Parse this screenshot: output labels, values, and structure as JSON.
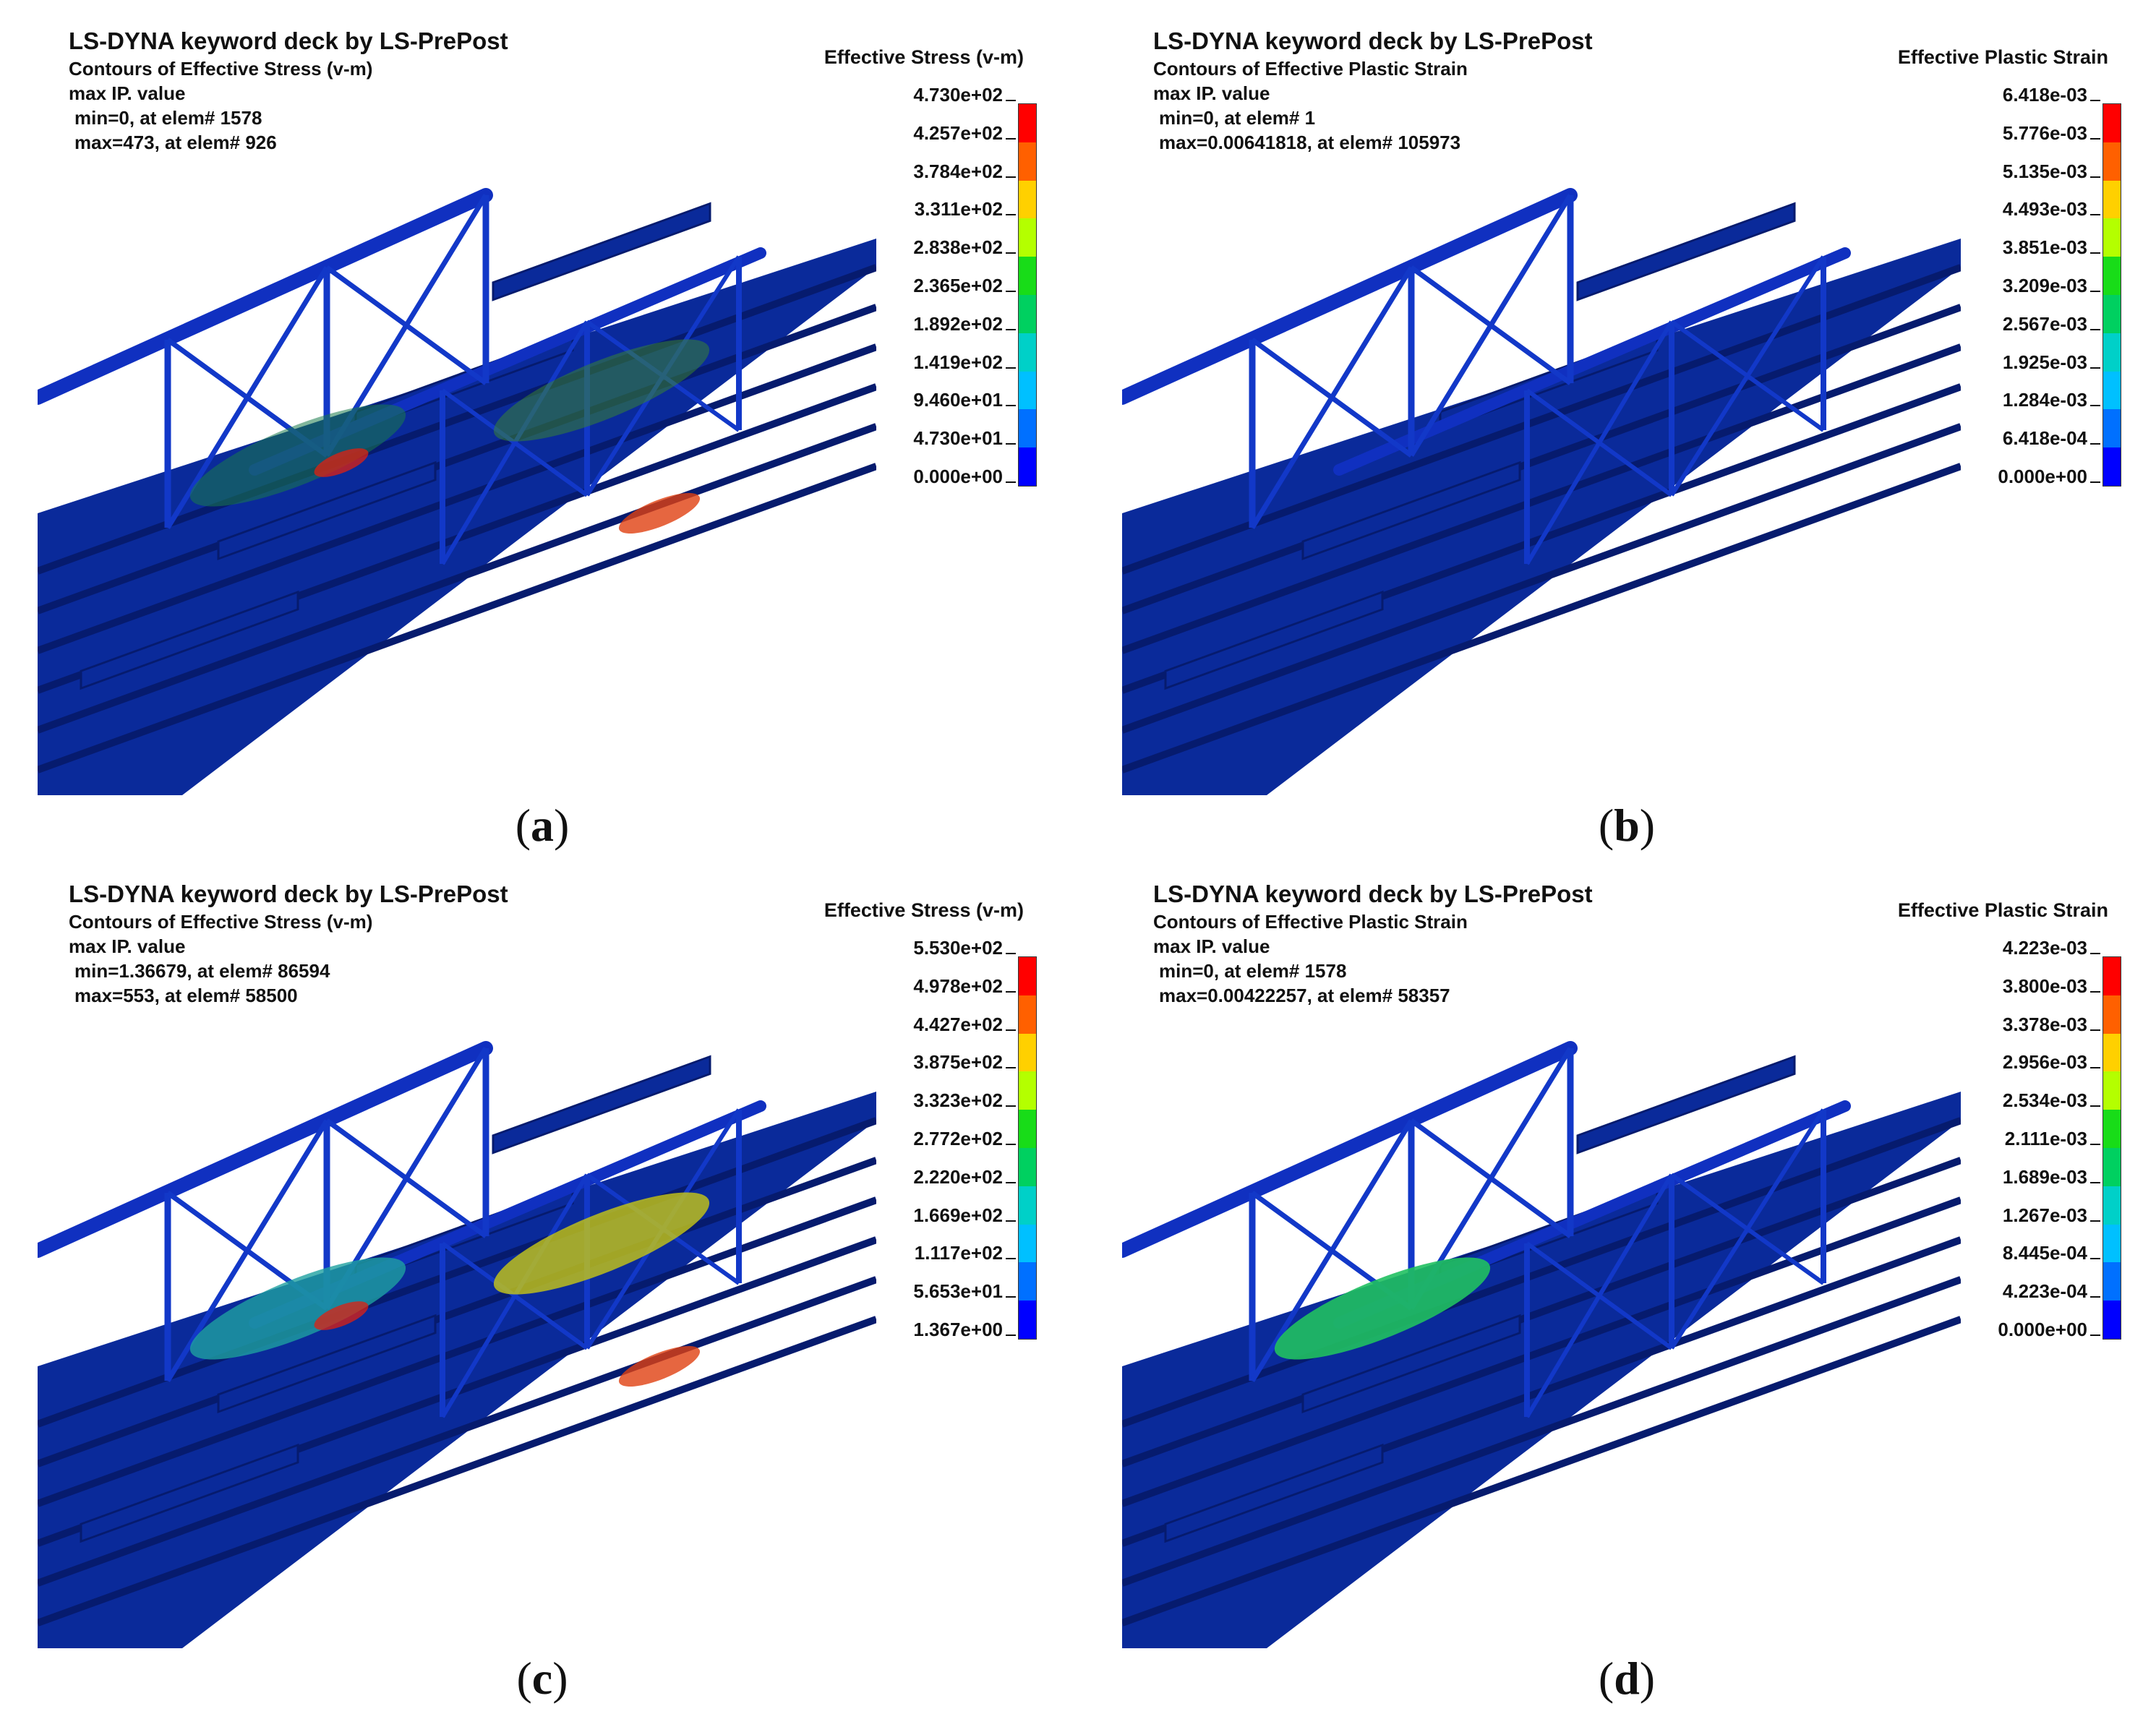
{
  "colors": {
    "colormap": [
      "#ff0000",
      "#ff6000",
      "#ffd000",
      "#b4ff00",
      "#18dc18",
      "#00d060",
      "#00d0c8",
      "#00c0ff",
      "#0070ff",
      "#0000ff"
    ],
    "model_base": "#0a2a9a",
    "model_dark": "#061b6e",
    "background": "#ffffff"
  },
  "panels": {
    "a": {
      "title": "LS-DYNA keyword deck by LS-PrePost",
      "subtitle": "Contours of Effective Stress (v-m)",
      "value_mode": "max IP. value",
      "min_text": "min=0, at elem# 1578",
      "max_text": "max=473, at elem# 926",
      "legend_title": "Effective Stress (v-m)",
      "ticks": [
        "4.730e+02",
        "4.257e+02",
        "3.784e+02",
        "3.311e+02",
        "2.838e+02",
        "2.365e+02",
        "1.892e+02",
        "1.419e+02",
        "9.460e+01",
        "4.730e+01",
        "0.000e+00"
      ],
      "caption_open": "(",
      "caption_letter": "a",
      "caption_close": ")"
    },
    "b": {
      "title": "LS-DYNA keyword deck by LS-PrePost",
      "subtitle": "Contours of Effective Plastic Strain",
      "value_mode": "max IP. value",
      "min_text": "min=0, at elem# 1",
      "max_text": "max=0.00641818, at elem# 105973",
      "legend_title": "Effective Plastic Strain",
      "ticks": [
        "6.418e-03",
        "5.776e-03",
        "5.135e-03",
        "4.493e-03",
        "3.851e-03",
        "3.209e-03",
        "2.567e-03",
        "1.925e-03",
        "1.284e-03",
        "6.418e-04",
        "0.000e+00"
      ],
      "caption_open": "(",
      "caption_letter": "b",
      "caption_close": ")"
    },
    "c": {
      "title": "LS-DYNA keyword deck by LS-PrePost",
      "subtitle": "Contours of Effective Stress (v-m)",
      "value_mode": "max IP. value",
      "min_text": "min=1.36679, at elem# 86594",
      "max_text": "max=553, at elem# 58500",
      "legend_title": "Effective Stress (v-m)",
      "ticks": [
        "5.530e+02",
        "4.978e+02",
        "4.427e+02",
        "3.875e+02",
        "3.323e+02",
        "2.772e+02",
        "2.220e+02",
        "1.669e+02",
        "1.117e+02",
        "5.653e+01",
        "1.367e+00"
      ],
      "caption_open": "(",
      "caption_letter": "c",
      "caption_close": ")"
    },
    "d": {
      "title": "LS-DYNA keyword deck by LS-PrePost",
      "subtitle": "Contours of Effective Plastic Strain",
      "value_mode": "max IP. value",
      "min_text": "min=0, at elem# 1578",
      "max_text": "max=0.00422257, at elem# 58357",
      "legend_title": "Effective Plastic Strain",
      "ticks": [
        "4.223e-03",
        "3.800e-03",
        "3.378e-03",
        "2.956e-03",
        "2.534e-03",
        "2.111e-03",
        "1.689e-03",
        "1.267e-03",
        "8.445e-04",
        "4.223e-04",
        "0.000e+00"
      ],
      "caption_open": "(",
      "caption_letter": "d",
      "caption_close": ")"
    }
  }
}
